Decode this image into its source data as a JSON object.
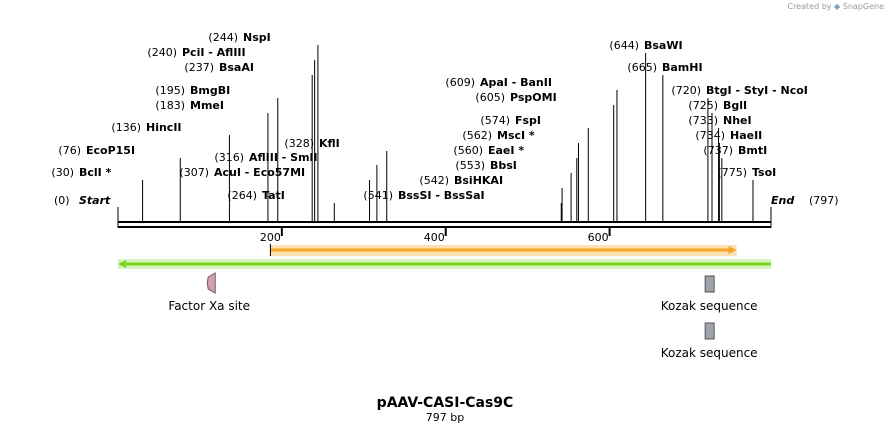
{
  "credit": {
    "text": "Created by",
    "brand": "SnapGene"
  },
  "plasmid": {
    "name": "pAAV-CASI-Cas9C",
    "length_label": "797 bp",
    "length": 797
  },
  "ends": {
    "start_label": "Start",
    "start_pos": "(0)",
    "end_label": "End",
    "end_pos": "(797)"
  },
  "sites": [
    {
      "name": "BclI *",
      "pos_label": "(30)",
      "pos": 30
    },
    {
      "name": "EcoP15I",
      "pos_label": "(76)",
      "pos": 76
    },
    {
      "name": "HincII",
      "pos_label": "(136)",
      "pos": 136
    },
    {
      "name": "MmeI",
      "pos_label": "(183)",
      "pos": 183
    },
    {
      "name": "BmgBI",
      "pos_label": "(195)",
      "pos": 195
    },
    {
      "name": "BsaAI",
      "pos_label": "(237)",
      "pos": 237
    },
    {
      "name": "PciI  -  AflIII",
      "pos_label": "(240)",
      "pos": 240
    },
    {
      "name": "NspI",
      "pos_label": "(244)",
      "pos": 244
    },
    {
      "name": "TatI",
      "pos_label": "(264)",
      "pos": 264
    },
    {
      "name": "AcuI  -  Eco57MI",
      "pos_label": "(307)",
      "pos": 307
    },
    {
      "name": "AflIII  -  SmlI",
      "pos_label": "(316)",
      "pos": 316
    },
    {
      "name": "KflI",
      "pos_label": "(328)",
      "pos": 328
    },
    {
      "name": "BssSI  -  BssSaI",
      "pos_label": "(541)",
      "pos": 541
    },
    {
      "name": "BsiHKAI",
      "pos_label": "(542)",
      "pos": 542
    },
    {
      "name": "BbsI",
      "pos_label": "(553)",
      "pos": 553
    },
    {
      "name": "EaeI *",
      "pos_label": "(560)",
      "pos": 560
    },
    {
      "name": "MscI *",
      "pos_label": "(562)",
      "pos": 562
    },
    {
      "name": "FspI",
      "pos_label": "(574)",
      "pos": 574
    },
    {
      "name": "PspOMI",
      "pos_label": "(605)",
      "pos": 605
    },
    {
      "name": "ApaI  -  BanII",
      "pos_label": "(609)",
      "pos": 609
    },
    {
      "name": "BsaWI",
      "pos_label": "(644)",
      "pos": 644
    },
    {
      "name": "BamHI",
      "pos_label": "(665)",
      "pos": 665
    },
    {
      "name": "BtgI  -  StyI  -  NcoI",
      "pos_label": "(720)",
      "pos": 720
    },
    {
      "name": "BglI",
      "pos_label": "(725)",
      "pos": 725
    },
    {
      "name": "NheI",
      "pos_label": "(733)",
      "pos": 733
    },
    {
      "name": "HaeII",
      "pos_label": "(734)",
      "pos": 734
    },
    {
      "name": "BmtI",
      "pos_label": "(737)",
      "pos": 737
    },
    {
      "name": "TsoI",
      "pos_label": "(775)",
      "pos": 775
    }
  ],
  "ticks": [
    {
      "label": "200",
      "pos": 200
    },
    {
      "label": "400",
      "pos": 400
    },
    {
      "label": "600",
      "pos": 600
    }
  ],
  "features": [
    {
      "name": "",
      "start": 186,
      "end": 755,
      "direction": "forward",
      "color": "#f5a623",
      "row": 1
    },
    {
      "name": "",
      "start": 0,
      "end": 797,
      "direction": "reverse",
      "color": "#7ed321",
      "row": 2
    },
    {
      "name": "Factor Xa site",
      "start": 109,
      "end": 121,
      "shape": "hexagon",
      "color": "#d4a0b4",
      "row": 3
    },
    {
      "name": "Kozak sequence",
      "start": 717,
      "end": 726,
      "shape": "box",
      "color": "#9ea3ad",
      "row": 3
    },
    {
      "name": "Kozak sequence",
      "start": 717,
      "end": 726,
      "shape": "box",
      "color": "#9ea3ad",
      "row": 4
    }
  ]
}
